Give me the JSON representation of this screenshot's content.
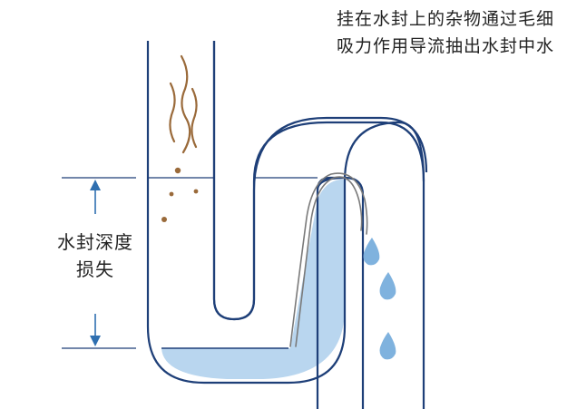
{
  "caption": {
    "line1": "挂在水封上的杂物通过毛细",
    "line2": "吸力作用导流抽出水封中水"
  },
  "depth_label": {
    "line1": "水封深度",
    "line2": "损失"
  },
  "colors": {
    "pipe": "#1e3f78",
    "water": "#b9d6ef",
    "droplet": "#7fb2de",
    "arrow": "#2f6fb0",
    "debris": "#9a6a3a",
    "thread": "#7a7a7a"
  }
}
